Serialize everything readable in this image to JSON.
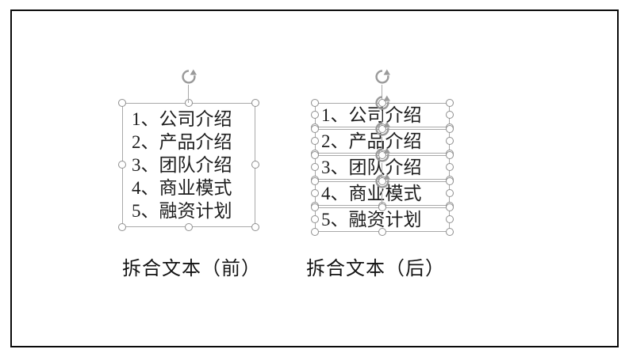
{
  "figure": {
    "before": {
      "caption": "拆合文本（前）",
      "lines": [
        "1、公司介绍",
        "2、产品介绍",
        "3、团队介绍",
        "4、商业模式",
        "5、融资计划"
      ]
    },
    "after": {
      "caption": "拆合文本（后）",
      "textboxes": [
        "1、公司介绍",
        "2、产品介绍",
        "3、团队介绍",
        "4、商业模式",
        "5、融资计划"
      ]
    },
    "icons": {
      "rotate": "rotate-handle-icon",
      "selection_handle": "selection-handle-circle"
    },
    "colors": {
      "frame_border": "#0a0a0a",
      "selection_border": "#a9a9a9",
      "handle_stroke": "#8f8f8f",
      "rotate_icon": "#9a9a9a",
      "text": "#1d1d1d"
    }
  }
}
